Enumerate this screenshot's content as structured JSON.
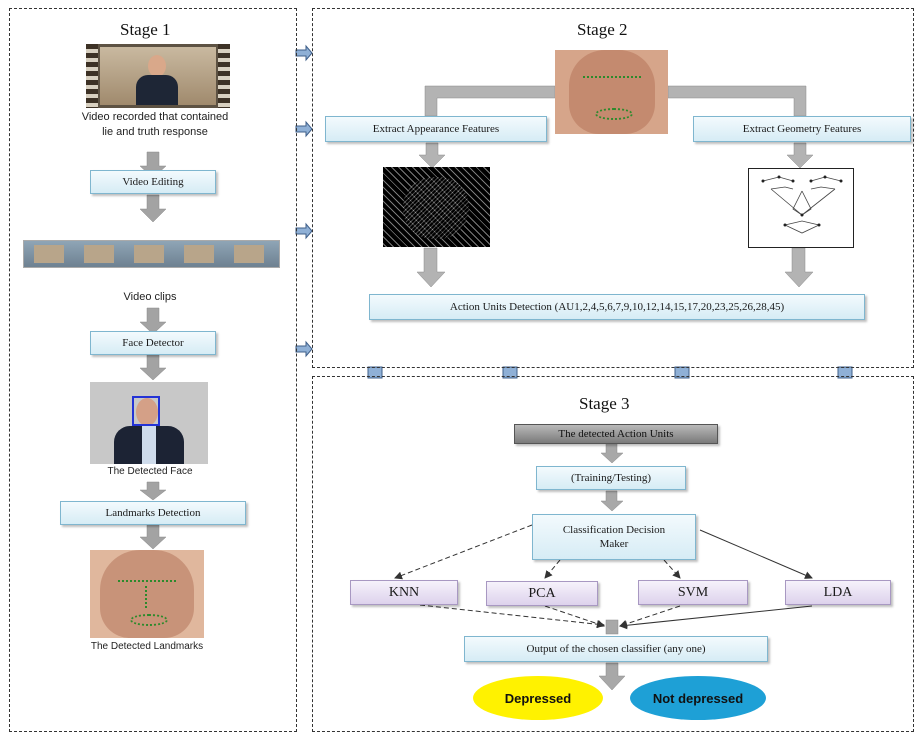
{
  "stage1": {
    "title": "Stage 1",
    "video_caption": "Video recorded that contained lie and truth response",
    "video_editing": "Video Editing",
    "video_clips_caption": "Video clips",
    "face_detector": "Face Detector",
    "detected_face_caption": "The Detected Face",
    "landmarks_detection": "Landmarks Detection",
    "detected_landmarks_caption": "The Detected Landmarks"
  },
  "stage2": {
    "title": "Stage 2",
    "extract_appearance": "Extract Appearance Features",
    "extract_geometry": "Extract Geometry Features",
    "action_units": "Action Units Detection (AU1,2,4,5,6,7,9,10,12,14,15,17,20,23,25,26,28,45)"
  },
  "stage3": {
    "title": "Stage 3",
    "detected_action_units": "The detected Action Units",
    "training_testing": "(Training/Testing)",
    "classification": "Classification Decision Maker",
    "classifiers": [
      "KNN",
      "PCA",
      "SVM",
      "LDA"
    ],
    "output": "Output of the chosen classifier (any one)",
    "depressed": "Depressed",
    "not_depressed": "Not depressed"
  },
  "colors": {
    "button_border": "#7fb6cf",
    "purple_border": "#a898c2",
    "depressed_fill": "#fff200",
    "not_depressed_fill": "#1ea0d6",
    "arrow_gray": "#9a9a9a"
  }
}
